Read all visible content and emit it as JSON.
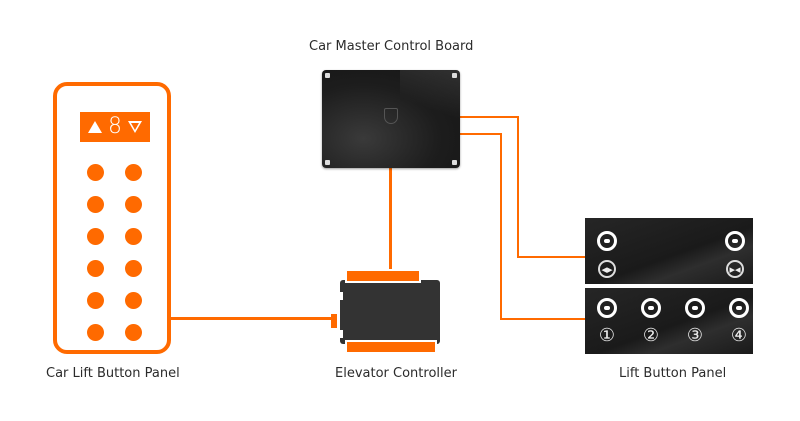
{
  "labels": {
    "master": "Car Master Control Board",
    "car_panel": "Car Lift Button Panel",
    "controller": "Elevator Controller",
    "lift_panel": "Lift Button Panel"
  },
  "car_panel": {
    "display": {
      "floor": "8",
      "up_icon": "up-triangle-filled",
      "down_icon": "down-triangle-outline"
    },
    "button_rows": 6,
    "button_columns": 2
  },
  "lift_panel": {
    "top_row": {
      "left_symbol": "door-open",
      "right_symbol": "door-close"
    },
    "bottom_row": {
      "numbers": [
        "①",
        "②",
        "③",
        "④"
      ]
    }
  },
  "colors": {
    "accent": "#ff6a00",
    "device": "#1d1d1d",
    "controller": "#333333"
  }
}
